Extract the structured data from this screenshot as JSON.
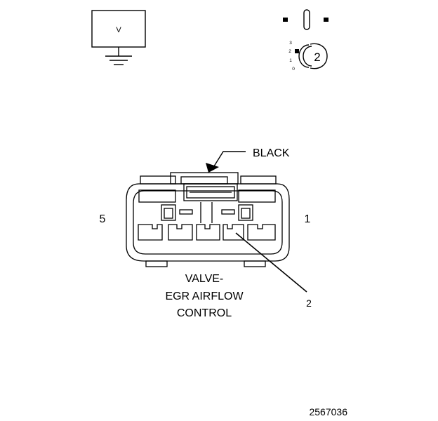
{
  "meter": {
    "symbol": "V"
  },
  "ignition": {
    "positions": [
      "3",
      "2",
      "1",
      "0"
    ],
    "selected": "2"
  },
  "connector": {
    "color_label": "BLACK",
    "pin_left": "5",
    "pin_right": "1",
    "callout_pin": "2",
    "name_lines": [
      "VALVE-",
      "EGR AIRFLOW",
      "CONTROL"
    ]
  },
  "figure_id": "2567036"
}
